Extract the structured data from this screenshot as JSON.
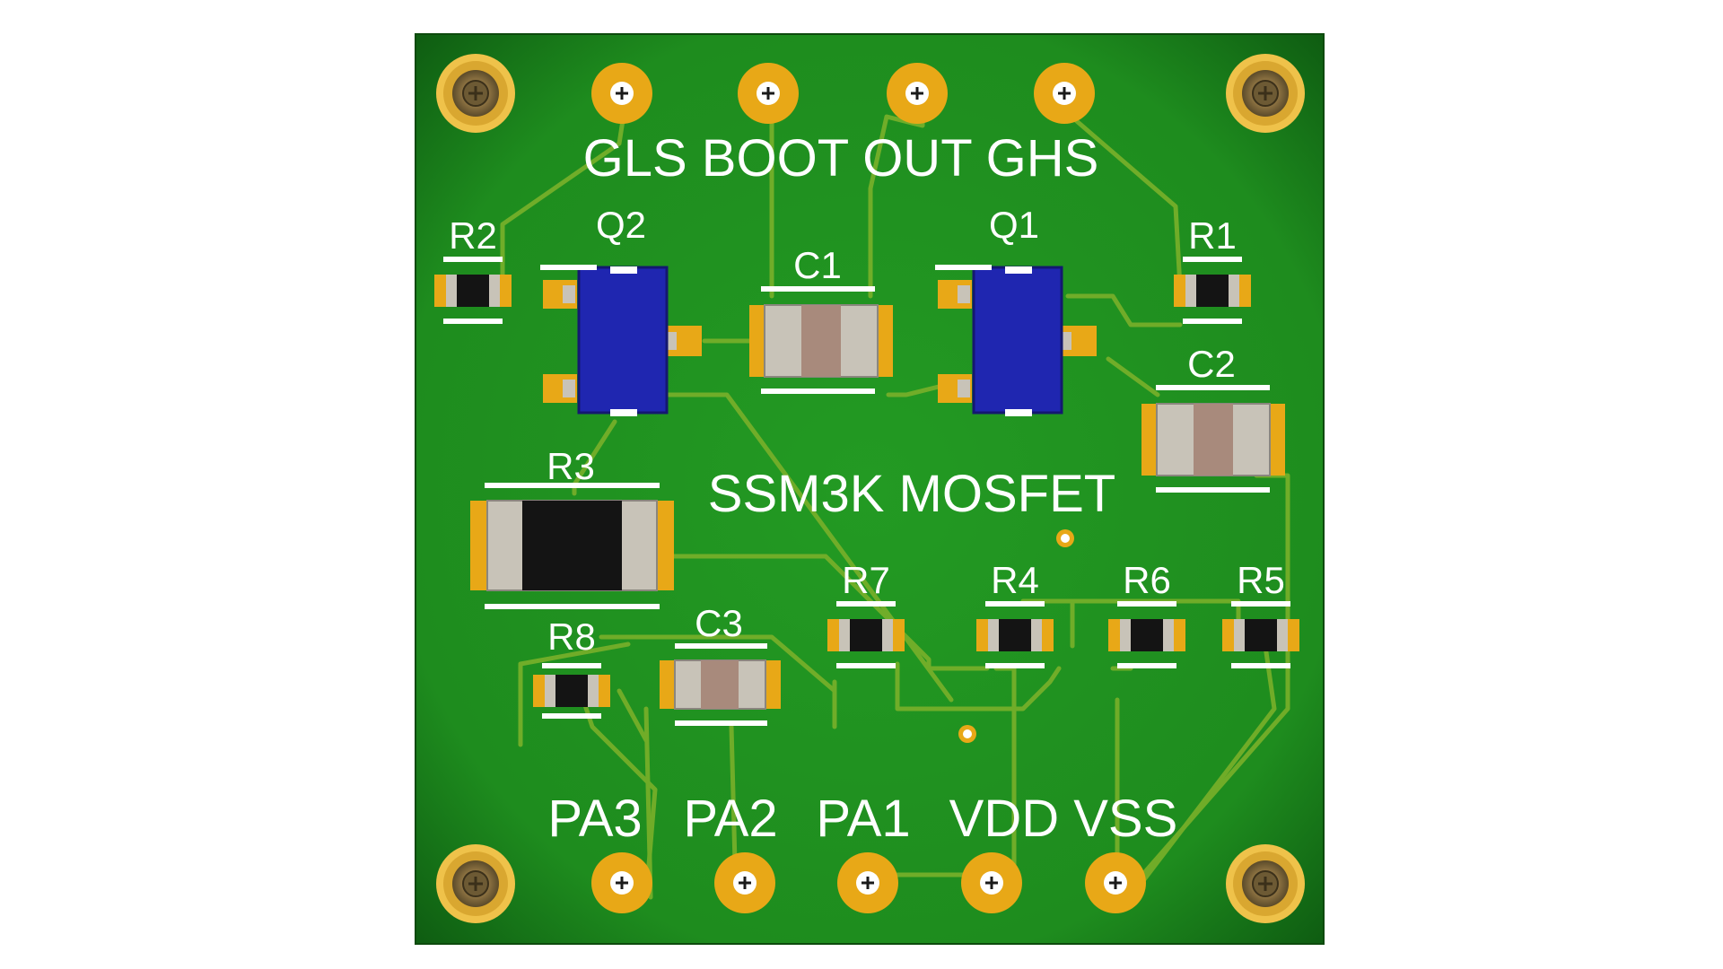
{
  "board": {
    "colors": {
      "substrate": "#1c8a1c",
      "trace": "#7fb52a",
      "silkscreen": "#ffffff",
      "pad": "#e6a817",
      "mosfet_body": "#1f26b0",
      "resistor_body": "#1a1a1a",
      "capacitor_body": "#a88a7c",
      "end_cap": "#c8c3b8"
    },
    "header_label": "GLS BOOT OUT GHS",
    "center_label": "SSM3K MOSFET",
    "footer_pins": [
      "PA3",
      "PA2",
      "PA1",
      "VDD VSS"
    ],
    "designators": {
      "r1": "R1",
      "r2": "R2",
      "r3": "R3",
      "r4": "R4",
      "r5": "R5",
      "r6": "R6",
      "r7": "R7",
      "r8": "R8",
      "c1": "C1",
      "c2": "C2",
      "c3": "C3",
      "q1": "Q1",
      "q2": "Q2"
    }
  }
}
